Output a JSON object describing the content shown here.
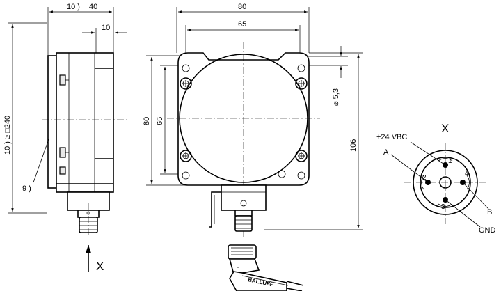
{
  "drawing": {
    "side_view": {
      "dim_top_left": "10 )",
      "dim_top_right": "40",
      "dim_second": "10",
      "dim_vertical": "10 )  ≥ □240",
      "note_marker": "9 )",
      "view_arrow_label": "X"
    },
    "front_view": {
      "dim_width_outer": "80",
      "dim_width_inner": "65",
      "dim_height_outer": "80",
      "dim_height_inner": "65",
      "dim_hole": "⌀ 5,3",
      "dim_total_height": "106"
    },
    "connector_view": {
      "title": "X",
      "pin_labels": {
        "supply": "+24 VBC",
        "a": "A",
        "b": "B",
        "gnd": "GND"
      },
      "pin_numbers": [
        "1",
        "2",
        "3",
        "4"
      ]
    },
    "cable_brand": "BALLUFF"
  }
}
